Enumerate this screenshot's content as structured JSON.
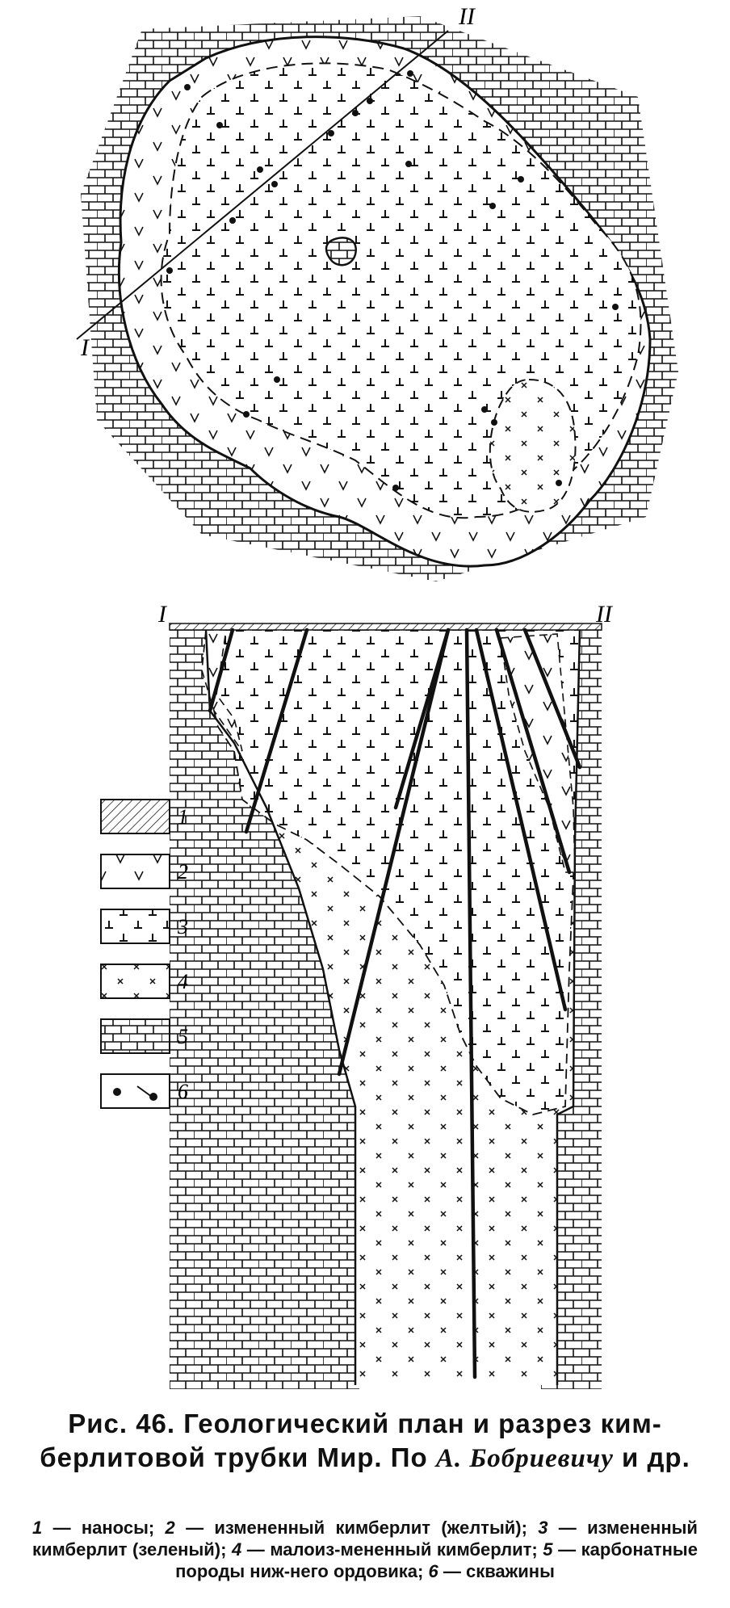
{
  "figure": {
    "plan_marks": [
      "II",
      "I"
    ],
    "section_marks": [
      "I",
      "II"
    ],
    "legend": [
      {
        "num": "1",
        "pattern": "hatch"
      },
      {
        "num": "2",
        "pattern": "v"
      },
      {
        "num": "3",
        "pattern": "t"
      },
      {
        "num": "4",
        "pattern": "x"
      },
      {
        "num": "5",
        "pattern": "brick"
      },
      {
        "num": "6",
        "pattern": "well"
      }
    ]
  },
  "caption": {
    "prefix": "Рис. 46. Геологический план и разрез ким-берлитовой трубки Мир. По",
    "author": "А. Бобриевичу",
    "suffix": "и др."
  },
  "legend_text": [
    {
      "num": "1",
      "text": "— наносы;"
    },
    {
      "num": "2",
      "text": "— измененный кимберлит (желтый);"
    },
    {
      "num": "3",
      "text": "— измененный кимберлит (зеленый);"
    },
    {
      "num": "4",
      "text": "— малоиз-мененный кимберлит;"
    },
    {
      "num": "5",
      "text": "— карбонатные породы ниж-него ордовика;"
    },
    {
      "num": "6",
      "text": "— скважины"
    }
  ]
}
